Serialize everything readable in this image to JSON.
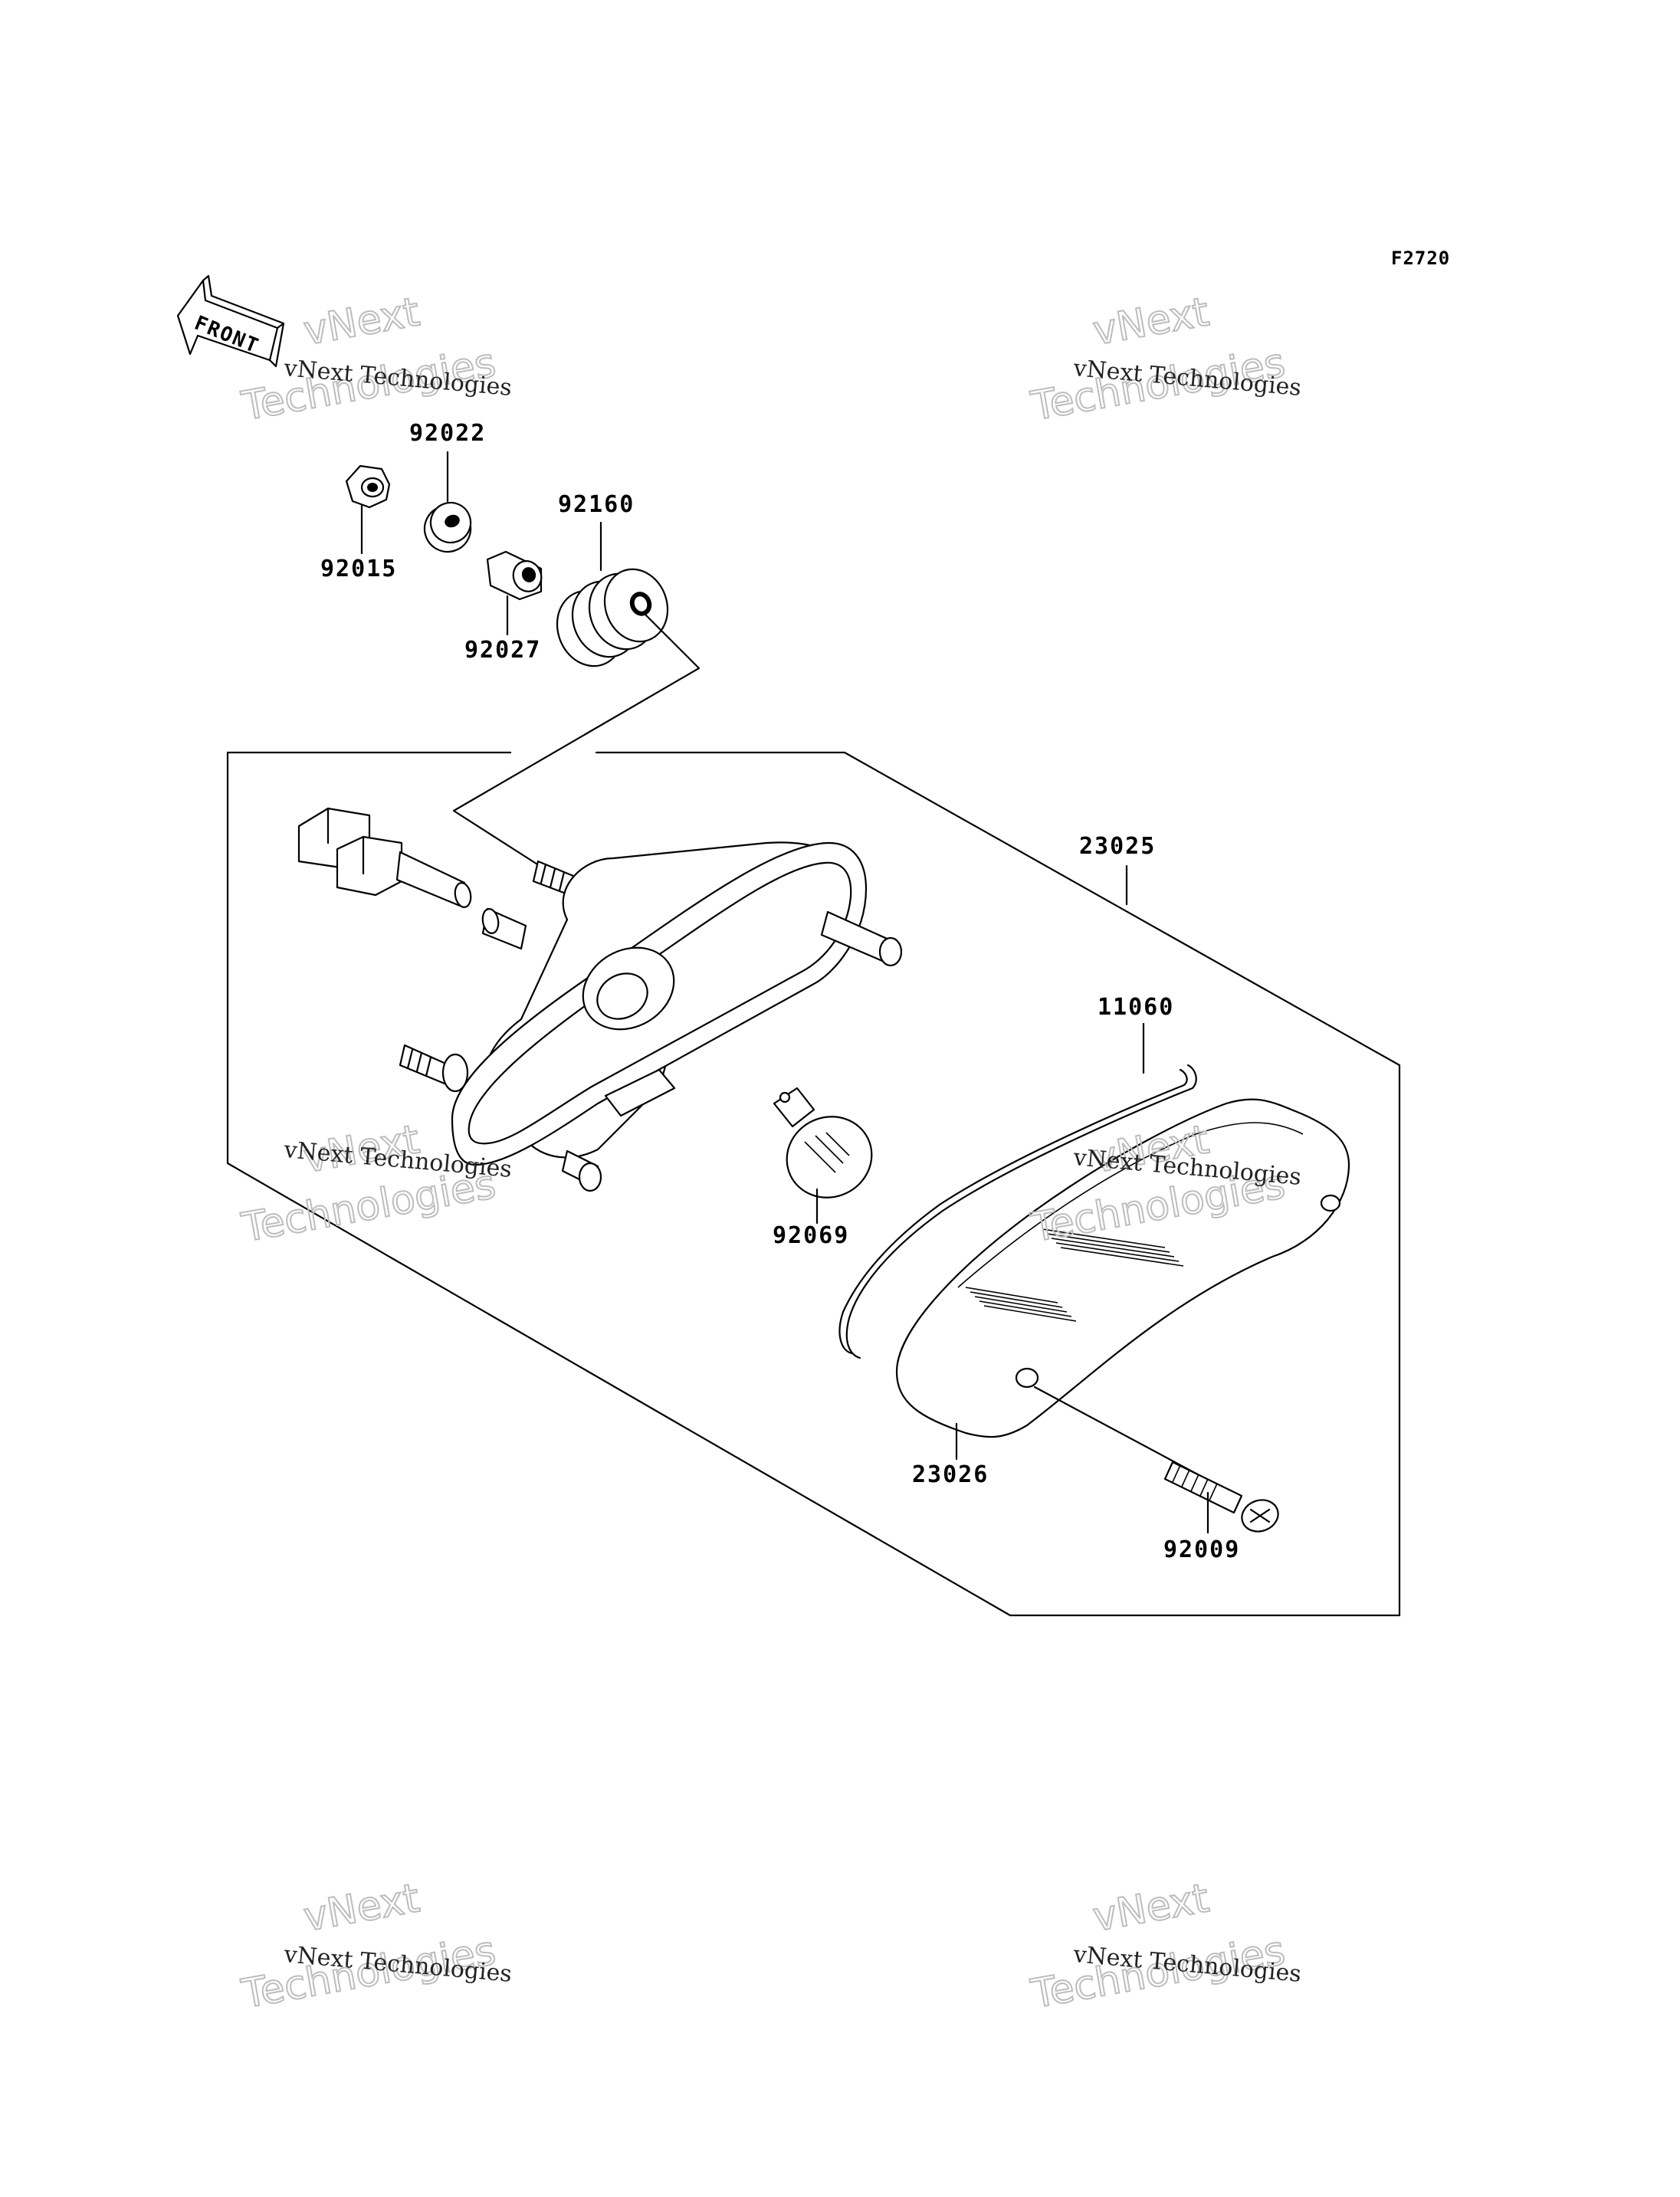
{
  "figure_id": "F2720",
  "front_label": "FRONT",
  "parts": {
    "p92022": "92022",
    "p92160": "92160",
    "p92015": "92015",
    "p92027": "92027",
    "p23025": "23025",
    "p11060": "11060",
    "p92069": "92069",
    "p23026": "23026",
    "p92009": "92009"
  },
  "watermark": {
    "line_small": "vNext Technologies",
    "line_big_1": "vNext",
    "line_big_2": "Technologies"
  }
}
